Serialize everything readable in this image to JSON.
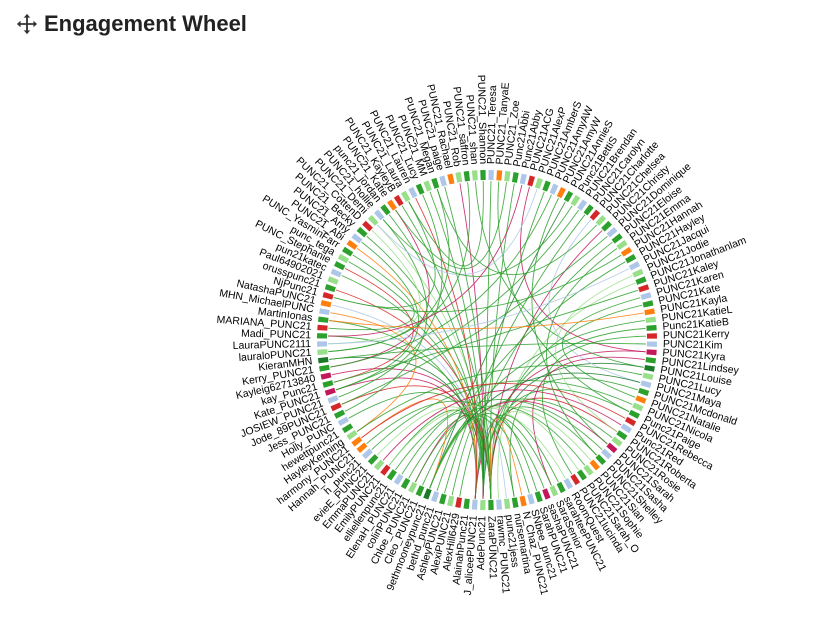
{
  "header": {
    "title": "Engagement Wheel",
    "icon": "move-icon"
  },
  "colors": {
    "green": "#2ca02c",
    "darkgreen": "#1a7a2a",
    "lightgreen": "#98df8a",
    "blue": "#aec7e8",
    "orange": "#ff7f0e",
    "red": "#d62728",
    "magenta": "#c2185b",
    "pink": "#f7b6d2"
  },
  "nodes": [
    {
      "label": "PUNC21_saffron",
      "color": "green"
    },
    {
      "label": "PUNC21_shan",
      "color": "lightgreen"
    },
    {
      "label": "PUNC21_Shannon",
      "color": "green"
    },
    {
      "label": "PUNC21_Teresa",
      "color": "blue"
    },
    {
      "label": "PUNC21_TanyaE",
      "color": "orange"
    },
    {
      "label": "PUNC21_Zoe",
      "color": "lightgreen"
    },
    {
      "label": "Punc21Abbi",
      "color": "green"
    },
    {
      "label": "Punc21Abby",
      "color": "blue"
    },
    {
      "label": "PUNC21ACG",
      "color": "red"
    },
    {
      "label": "PUNC21AlexP",
      "color": "lightgreen"
    },
    {
      "label": "PUNC21AmberS",
      "color": "green"
    },
    {
      "label": "PUNC21AmyAW",
      "color": "blue"
    },
    {
      "label": "PUNC21AmyW",
      "color": "orange"
    },
    {
      "label": "PUNC21AnnieS",
      "color": "green"
    },
    {
      "label": "Punc21BettiS",
      "color": "lightgreen"
    },
    {
      "label": "PUNC21Brendan",
      "color": "blue"
    },
    {
      "label": "PUNC21Carolyn",
      "color": "green"
    },
    {
      "label": "PUNC21Charlotte",
      "color": "red"
    },
    {
      "label": "PUNC21Chelsea",
      "color": "lightgreen"
    },
    {
      "label": "PUNC21Christy",
      "color": "green"
    },
    {
      "label": "PUNC21Dominique",
      "color": "blue"
    },
    {
      "label": "PUNC21Eloise",
      "color": "green"
    },
    {
      "label": "PUNC21Emma",
      "color": "lightgreen"
    },
    {
      "label": "PUNC21Hannah",
      "color": "orange"
    },
    {
      "label": "PUNC21Hayley",
      "color": "green"
    },
    {
      "label": "PUNC21Jacqui",
      "color": "blue"
    },
    {
      "label": "PUNC21Jodie",
      "color": "lightgreen"
    },
    {
      "label": "PUNC21Jonathanlam",
      "color": "green"
    },
    {
      "label": "PUNC21Kaley",
      "color": "red"
    },
    {
      "label": "PUNC21Karen",
      "color": "blue"
    },
    {
      "label": "PUNC21Kate",
      "color": "green"
    },
    {
      "label": "PUNC21Kayla",
      "color": "orange"
    },
    {
      "label": "PUNC21KatieL",
      "color": "lightgreen"
    },
    {
      "label": "Punc21KatieB",
      "color": "green"
    },
    {
      "label": "PUNC21Kerry",
      "color": "red"
    },
    {
      "label": "PUNC21Kim",
      "color": "blue"
    },
    {
      "label": "PUNC21Kyra",
      "color": "magenta"
    },
    {
      "label": "PUNC21Lindsey",
      "color": "green"
    },
    {
      "label": "PUNC21Louise",
      "color": "darkgreen"
    },
    {
      "label": "PUNC21Lucy",
      "color": "lightgreen"
    },
    {
      "label": "PUNC21Maya",
      "color": "blue"
    },
    {
      "label": "PUNC21Mcdonald",
      "color": "green"
    },
    {
      "label": "PUNC21Natalie",
      "color": "orange"
    },
    {
      "label": "PUNC21Nicola",
      "color": "lightgreen"
    },
    {
      "label": "Punc21Paige",
      "color": "green"
    },
    {
      "label": "PUNC21Rebecca",
      "color": "red"
    },
    {
      "label": "Punc21Red",
      "color": "blue"
    },
    {
      "label": "PUNC21Roberta",
      "color": "green"
    },
    {
      "label": "PUNC21Rosie",
      "color": "lightgreen"
    },
    {
      "label": "PUNC21Sarah",
      "color": "magenta"
    },
    {
      "label": "PUNC21Sasha",
      "color": "blue"
    },
    {
      "label": "PUNC21Shelley",
      "color": "green"
    },
    {
      "label": "PUNC21Sian",
      "color": "orange"
    },
    {
      "label": "PUNC21Sophie",
      "color": "lightgreen"
    },
    {
      "label": "PUNC21Sarah_O",
      "color": "green"
    },
    {
      "label": "PUNC21lucinda",
      "color": "red"
    },
    {
      "label": "RoomQuest",
      "color": "blue"
    },
    {
      "label": "sarahteePUNC21",
      "color": "green"
    },
    {
      "label": "SaraSenior",
      "color": "lightgreen"
    },
    {
      "label": "sashaPUNC21",
      "color": "magenta"
    },
    {
      "label": "SarahPUNC21",
      "color": "green"
    },
    {
      "label": "SNbee_punc21",
      "color": "blue"
    },
    {
      "label": "N_Chaz_PUNC21",
      "color": "orange"
    },
    {
      "label": "nursemartina",
      "color": "green"
    },
    {
      "label": "punc21jess",
      "color": "lightgreen"
    },
    {
      "label": "rawmc_PUNC21",
      "color": "blue"
    },
    {
      "label": "ZaraPUNC21",
      "color": "green"
    },
    {
      "label": "AdePunc21",
      "color": "lightgreen"
    },
    {
      "label": "J_aliceePUNC21",
      "color": "blue"
    },
    {
      "label": "AlainahPunc21",
      "color": "green"
    },
    {
      "label": "AlexHill6429",
      "color": "red"
    },
    {
      "label": "AlexiPUNC21",
      "color": "lightgreen"
    },
    {
      "label": "AshleyPUNC21",
      "color": "green"
    },
    {
      "label": "bethd_punc21",
      "color": "blue"
    },
    {
      "label": "9ethmooneypunc21",
      "color": "darkgreen"
    },
    {
      "label": "Cleo_PUNC21",
      "color": "green"
    },
    {
      "label": "Chloe_PUNC21",
      "color": "lightgreen"
    },
    {
      "label": "colinPUNC21",
      "color": "green"
    },
    {
      "label": "ElenaH_PUNC21",
      "color": "blue"
    },
    {
      "label": "elliellenpunc21",
      "color": "green"
    },
    {
      "label": "EmilyPUNC21",
      "color": "red"
    },
    {
      "label": "EmmaPUNC21",
      "color": "lightgreen"
    },
    {
      "label": "evieE_PUNC21",
      "color": "green"
    },
    {
      "label": "h_punc21",
      "color": "blue"
    },
    {
      "label": "Hannah_PUNC21",
      "color": "orange"
    },
    {
      "label": "harmony_PUNC21",
      "color": "orange"
    },
    {
      "label": "HayleyKenning",
      "color": "lightgreen"
    },
    {
      "label": "hewettpunc21",
      "color": "green"
    },
    {
      "label": "Holly_PUNC",
      "color": "blue"
    },
    {
      "label": "Jess_PUNC21",
      "color": "green"
    },
    {
      "label": "Jode_89PUNC21",
      "color": "red"
    },
    {
      "label": "JOSIEW_PUNC21",
      "color": "blue"
    },
    {
      "label": "Kate_PUNC21",
      "color": "magenta"
    },
    {
      "label": "kay_Punc21",
      "color": "green"
    },
    {
      "label": "Kayleig62713840",
      "color": "magenta"
    },
    {
      "label": "Kerry_PUNC21",
      "color": "green"
    },
    {
      "label": "KieranMHN",
      "color": "darkgreen"
    },
    {
      "label": "lauraloPUNC21",
      "color": "lightgreen"
    },
    {
      "label": "LauraPUNC2111",
      "color": "blue"
    },
    {
      "label": "Madi_PUNC21",
      "color": "green"
    },
    {
      "label": "MARIANA_PUNC21",
      "color": "red"
    },
    {
      "label": "MartinIonas",
      "color": "green"
    },
    {
      "label": "MHN_MichaelPUNC",
      "color": "blue"
    },
    {
      "label": "NatashaPUNC21",
      "color": "orange"
    },
    {
      "label": "NjPunc21",
      "color": "red"
    },
    {
      "label": "orusspunc21",
      "color": "green"
    },
    {
      "label": "Paul64902021",
      "color": "lightgreen"
    },
    {
      "label": "pun21katec",
      "color": "blue"
    },
    {
      "label": "PUNC_Stephanie",
      "color": "green"
    },
    {
      "label": "punc_tega",
      "color": "lightgreen"
    },
    {
      "label": "PUNC_YasminFarr",
      "color": "green"
    },
    {
      "label": "PUNC21_Abi",
      "color": "orange"
    },
    {
      "label": "PUNC21_Amy",
      "color": "blue"
    },
    {
      "label": "PUNC21_Becky",
      "color": "green"
    },
    {
      "label": "PUNC21_CottenD",
      "color": "red"
    },
    {
      "label": "PUNC21_Demi",
      "color": "lightgreen"
    },
    {
      "label": "PUNC21_hollie",
      "color": "blue"
    },
    {
      "label": "punc21_jordan",
      "color": "green"
    },
    {
      "label": "PUNC21_Katie",
      "color": "orange"
    },
    {
      "label": "PUNC21_KayleyB",
      "color": "red"
    },
    {
      "label": "PUNC21_Laura",
      "color": "lightgreen"
    },
    {
      "label": "PUNC21_Lauren",
      "color": "blue"
    },
    {
      "label": "PUNC21_Lucy",
      "color": "green"
    },
    {
      "label": "PUNC21_MM",
      "color": "lightgreen"
    },
    {
      "label": "PUNC21_Megan",
      "color": "green"
    },
    {
      "label": "PUNC21_paige",
      "color": "blue"
    },
    {
      "label": "PUNC21_Rachael",
      "color": "orange"
    },
    {
      "label": "PUNC21_Rob",
      "color": "lightgreen"
    }
  ],
  "links": [
    [
      3,
      67,
      "green"
    ],
    [
      6,
      66,
      "green"
    ],
    [
      10,
      68,
      "green"
    ],
    [
      13,
      74,
      "darkgreen"
    ],
    [
      16,
      72,
      "green"
    ],
    [
      19,
      66,
      "magenta"
    ],
    [
      21,
      70,
      "green"
    ],
    [
      24,
      75,
      "green"
    ],
    [
      27,
      65,
      "lightgreen"
    ],
    [
      30,
      66,
      "green"
    ],
    [
      33,
      67,
      "green"
    ],
    [
      36,
      68,
      "magenta"
    ],
    [
      38,
      66,
      "darkgreen"
    ],
    [
      41,
      63,
      "green"
    ],
    [
      44,
      67,
      "green"
    ],
    [
      47,
      66,
      "red"
    ],
    [
      49,
      74,
      "magenta"
    ],
    [
      51,
      67,
      "green"
    ],
    [
      54,
      66,
      "lightgreen"
    ],
    [
      57,
      68,
      "green"
    ],
    [
      60,
      67,
      "green"
    ],
    [
      62,
      66,
      "orange"
    ],
    [
      64,
      67,
      "blue"
    ],
    [
      71,
      66,
      "green"
    ],
    [
      73,
      67,
      "green"
    ],
    [
      76,
      66,
      "magenta"
    ],
    [
      78,
      67,
      "green"
    ],
    [
      80,
      68,
      "green"
    ],
    [
      82,
      66,
      "lightgreen"
    ],
    [
      85,
      74,
      "orange"
    ],
    [
      88,
      67,
      "green"
    ],
    [
      90,
      66,
      "red"
    ],
    [
      92,
      68,
      "magenta"
    ],
    [
      94,
      66,
      "magenta"
    ],
    [
      96,
      67,
      "darkgreen"
    ],
    [
      99,
      66,
      "green"
    ],
    [
      101,
      68,
      "green"
    ],
    [
      103,
      67,
      "blue"
    ],
    [
      105,
      66,
      "red"
    ],
    [
      107,
      67,
      "green"
    ],
    [
      109,
      66,
      "green"
    ],
    [
      111,
      68,
      "orange"
    ],
    [
      113,
      67,
      "green"
    ],
    [
      115,
      66,
      "lightgreen"
    ],
    [
      117,
      67,
      "green"
    ],
    [
      119,
      66,
      "green"
    ],
    [
      121,
      68,
      "red"
    ],
    [
      123,
      67,
      "green"
    ],
    [
      125,
      66,
      "green"
    ],
    [
      127,
      67,
      "magenta"
    ],
    [
      1,
      38,
      "green"
    ],
    [
      4,
      44,
      "green"
    ],
    [
      8,
      36,
      "magenta"
    ],
    [
      12,
      49,
      "green"
    ],
    [
      17,
      40,
      "blue"
    ],
    [
      22,
      51,
      "green"
    ],
    [
      26,
      47,
      "lightgreen"
    ],
    [
      29,
      42,
      "green"
    ],
    [
      34,
      55,
      "green"
    ],
    [
      37,
      58,
      "magenta"
    ],
    [
      92,
      112,
      "green"
    ],
    [
      95,
      118,
      "magenta"
    ],
    [
      100,
      110,
      "green"
    ],
    [
      104,
      120,
      "green"
    ],
    [
      97,
      124,
      "green"
    ],
    [
      86,
      102,
      "orange"
    ],
    [
      89,
      116,
      "green"
    ],
    [
      93,
      108,
      "red"
    ],
    [
      91,
      122,
      "green"
    ],
    [
      98,
      114,
      "lightgreen"
    ],
    [
      2,
      120,
      "green"
    ],
    [
      5,
      118,
      "green"
    ],
    [
      9,
      115,
      "blue"
    ],
    [
      14,
      116,
      "green"
    ],
    [
      18,
      124,
      "green"
    ],
    [
      0,
      97,
      "green"
    ],
    [
      7,
      99,
      "magenta"
    ],
    [
      11,
      95,
      "green"
    ],
    [
      15,
      92,
      "green"
    ],
    [
      20,
      90,
      "green"
    ],
    [
      23,
      104,
      "green"
    ],
    [
      25,
      98,
      "blue"
    ],
    [
      28,
      93,
      "green"
    ],
    [
      31,
      101,
      "orange"
    ],
    [
      35,
      96,
      "green"
    ],
    [
      39,
      86,
      "green"
    ],
    [
      43,
      83,
      "green"
    ],
    [
      46,
      81,
      "magenta"
    ],
    [
      50,
      79,
      "green"
    ],
    [
      53,
      77,
      "green"
    ],
    [
      56,
      80,
      "lightgreen"
    ],
    [
      59,
      84,
      "green"
    ],
    [
      61,
      76,
      "green"
    ],
    [
      63,
      74,
      "green"
    ],
    [
      45,
      85,
      "red"
    ],
    [
      32,
      74,
      "green"
    ],
    [
      40,
      74,
      "darkgreen"
    ],
    [
      48,
      74,
      "green"
    ],
    [
      52,
      74,
      "lightgreen"
    ],
    [
      58,
      74,
      "green"
    ]
  ]
}
